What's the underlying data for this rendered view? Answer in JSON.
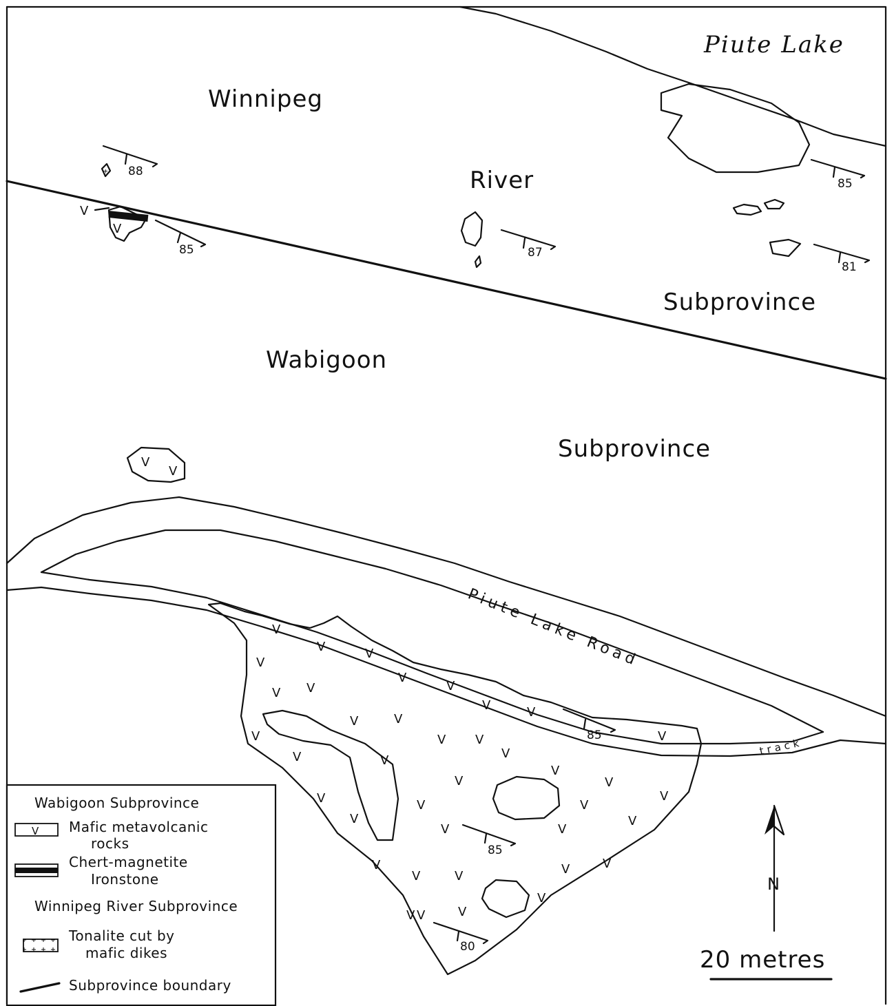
{
  "labels": {
    "lake": "Piute Lake",
    "winnipeg": "Winnipeg",
    "river": "River",
    "subprovince_upper": "Subprovince",
    "wabigoon": "Wabigoon",
    "subprovince_lower": "Subprovince",
    "road": "Piute Lake Road",
    "track": "track"
  },
  "dips": [
    "88",
    "85",
    "87",
    "85",
    "81",
    "85",
    "85",
    "80"
  ],
  "legend": {
    "heading_wabigoon": "Wabigoon Subprovince",
    "mafic_line1": "Mafic metavolcanic",
    "mafic_line2": "rocks",
    "chert_line1": "Chert-magnetite",
    "chert_line2": "Ironstone",
    "heading_winnipeg": "Winnipeg River Subprovince",
    "tonalite_line1": "Tonalite cut by",
    "tonalite_line2": "mafic dikes",
    "boundary": "Subprovince boundary"
  },
  "north_label": "N",
  "scale_label": "20 metres"
}
